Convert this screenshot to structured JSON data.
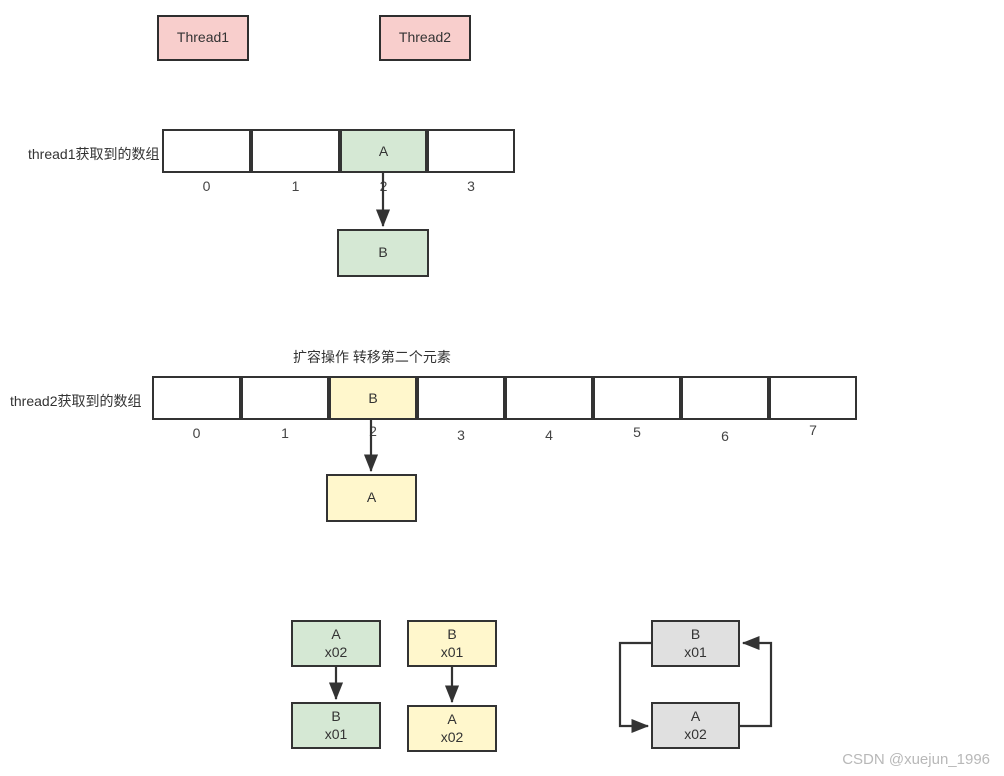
{
  "threads": [
    {
      "label": "Thread1"
    },
    {
      "label": "Thread2"
    }
  ],
  "section1": {
    "row_label": "thread1获取到的数组",
    "cells": [
      {
        "value": "",
        "index": "0",
        "highlight": "none"
      },
      {
        "value": "",
        "index": "1",
        "highlight": "none"
      },
      {
        "value": "A",
        "index": "2",
        "highlight": "green"
      },
      {
        "value": "",
        "index": "3",
        "highlight": "none"
      }
    ],
    "detached_node": "B"
  },
  "section2": {
    "caption": "扩容操作 转移第二个元素",
    "row_label": "thread2获取到的数组",
    "cells": [
      {
        "value": "",
        "index": "0",
        "highlight": "none"
      },
      {
        "value": "",
        "index": "1",
        "highlight": "none"
      },
      {
        "value": "B",
        "index": "2",
        "highlight": "yellow"
      },
      {
        "value": "",
        "index": "3",
        "highlight": "none"
      },
      {
        "value": "",
        "index": "4",
        "highlight": "none"
      },
      {
        "value": "",
        "index": "5",
        "highlight": "none"
      },
      {
        "value": "",
        "index": "6",
        "highlight": "none"
      },
      {
        "value": "",
        "index": "7",
        "highlight": "none"
      }
    ],
    "detached_node": "A"
  },
  "section3": {
    "chain_green": {
      "top": {
        "name": "A",
        "addr": "x02"
      },
      "bottom": {
        "name": "B",
        "addr": "x01"
      }
    },
    "chain_yellow": {
      "top": {
        "name": "B",
        "addr": "x01"
      },
      "bottom": {
        "name": "A",
        "addr": "x02"
      }
    },
    "chain_cycle": {
      "top": {
        "name": "B",
        "addr": "x01"
      },
      "bottom": {
        "name": "A",
        "addr": "x02"
      }
    }
  },
  "watermark": "CSDN @xuejun_1996",
  "colors": {
    "pink": "#f8cecc",
    "green": "#d5e8d4",
    "yellow": "#fff7cc",
    "gray": "#e0e0e0",
    "stroke": "#333333"
  }
}
